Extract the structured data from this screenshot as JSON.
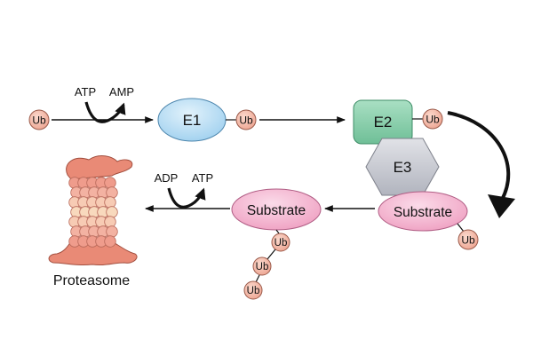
{
  "pathway": {
    "ub_label": "Ub",
    "atp_in": "ATP",
    "amp_out": "AMP",
    "e1_label": "E1",
    "e2_label": "E2",
    "e3_label": "E3",
    "substrate_label": "Substrate",
    "adp_label": "ADP",
    "atp_label": "ATP",
    "proteasome_label": "Proteasome"
  },
  "colors": {
    "ub_fill": "#f2b9a6",
    "e1_fill": "#bfe0f4",
    "e2_fill": "#8fd1b0",
    "e3_fill": "#c9cbd3",
    "substrate_fill": "#f5b4cf",
    "proteasome_fill": "#eb8f7d"
  }
}
